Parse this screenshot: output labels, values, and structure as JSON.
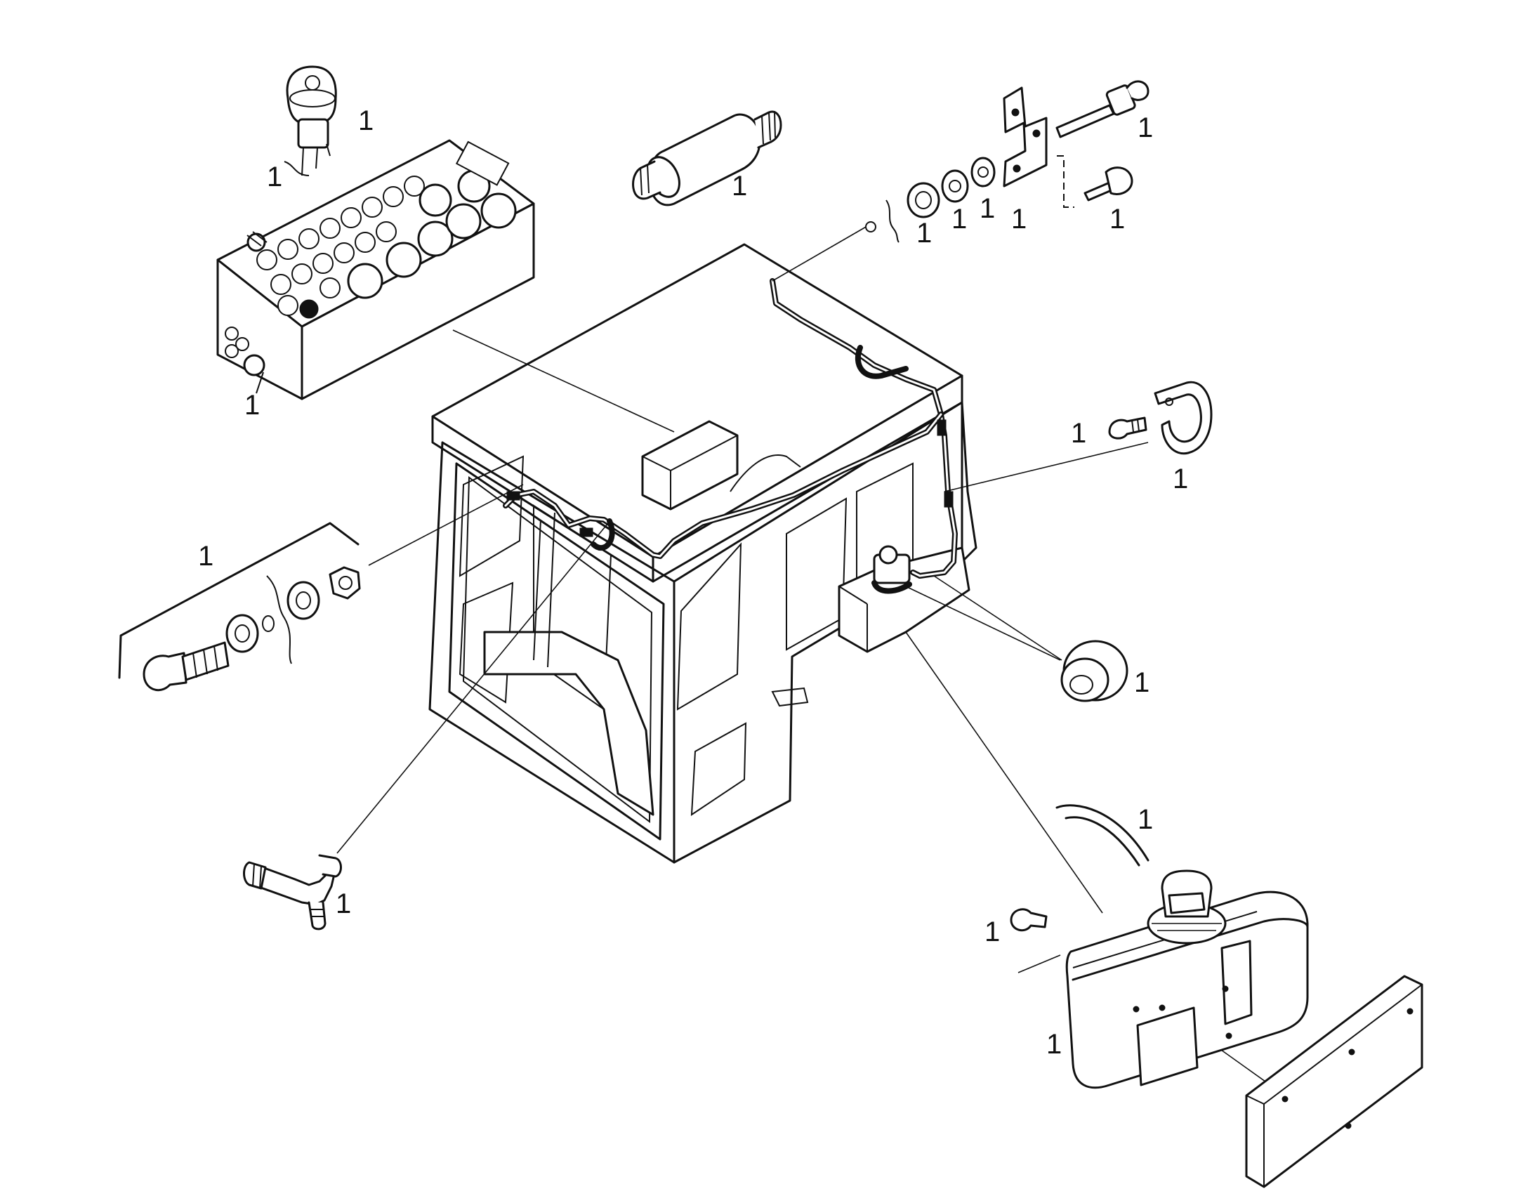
{
  "callouts": {
    "switch_knob": "1",
    "switch_nut": "1",
    "panel_knob": "1",
    "spacer": "1",
    "nozzle_top": "1",
    "bracket_screw": "1",
    "bracket": "1",
    "washer_a": "1",
    "washer_b": "1",
    "grommet_small": "1",
    "clip": "1",
    "clip_screw": "1",
    "nozzle_kit": "1",
    "grommet_large": "1",
    "tee_fitting": "1",
    "hose": "1",
    "tank_screw": "1",
    "tank": "1"
  }
}
